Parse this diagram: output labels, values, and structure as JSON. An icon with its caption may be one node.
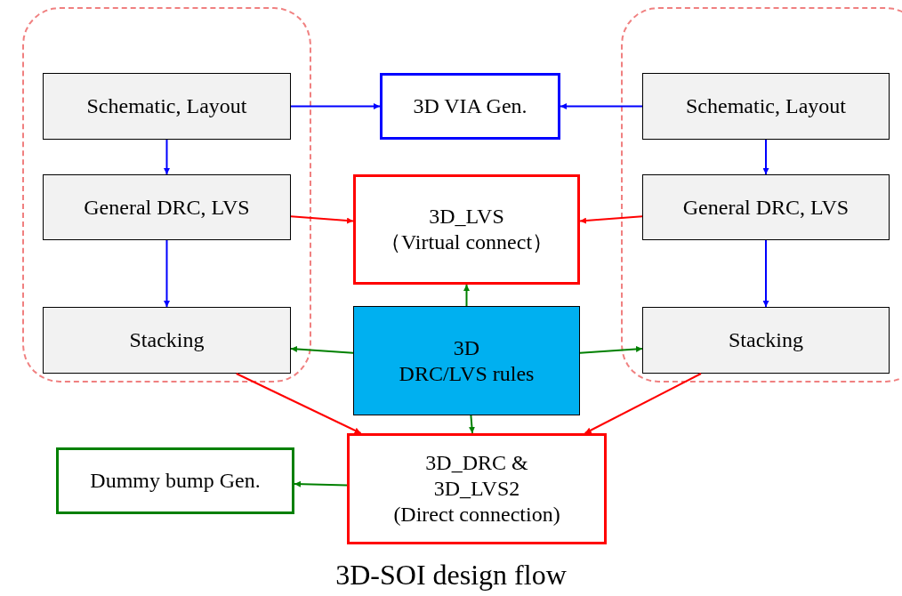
{
  "diagram": {
    "caption": "3D-SOI design flow",
    "nodes": [
      {
        "text": [],
        "shape": "box"
      },
      {
        "text": [
          "Schematic, Layout"
        ],
        "in": 0
      },
      {
        "text": [
          "General DRC, LVS"
        ],
        "in": 0
      },
      {
        "text": [
          "Stacking"
        ],
        "in": 0
      },
      {
        "text": [
          "3D VIA Gen."
        ]
      },
      {
        "text": [
          "3D_LVS",
          "（Virtual connect）"
        ]
      },
      {
        "text": [
          "3D",
          "DRC/LVS rules"
        ]
      },
      {
        "text": [],
        "shape": "box"
      },
      {
        "text": [
          "Schematic, Layout"
        ],
        "in": 7
      },
      {
        "text": [
          "General DRC, LVS"
        ],
        "in": 7
      },
      {
        "text": [
          "Stacking"
        ],
        "in": 7
      },
      {
        "text": [
          "3D_DRC & 3D_LVS2",
          "(Direct connection)"
        ]
      },
      {
        "text": [
          "Dummy bump Gen."
        ]
      }
    ],
    "edges": [
      {
        "from": 1,
        "to": 4,
        "arrow": "to"
      },
      {
        "from": 8,
        "to": 4,
        "arrow": "to"
      },
      {
        "from": 1,
        "to": 2,
        "arrow": "to"
      },
      {
        "from": 2,
        "to": 3,
        "arrow": "to"
      },
      {
        "from": 8,
        "to": 9,
        "arrow": "to"
      },
      {
        "from": 9,
        "to": 10,
        "arrow": "to"
      },
      {
        "from": 2,
        "to": 5,
        "arrow": "to",
        "color": "#ff0000"
      },
      {
        "from": 9,
        "to": 5,
        "arrow": "to",
        "color": "#ff0000"
      },
      {
        "from": 6,
        "to": 5,
        "arrow": "to",
        "color": "#008000"
      },
      {
        "from": 6,
        "to": 3,
        "arrow": "to",
        "color": "#008000"
      },
      {
        "from": 6,
        "to": 10,
        "arrow": "to",
        "color": "#008000"
      },
      {
        "from": 6,
        "to": 11,
        "arrow": "to",
        "color": "#008000"
      },
      {
        "from": 3,
        "to": 11,
        "arrow": "to",
        "color": "#ff0000"
      },
      {
        "from": 10,
        "to": 11,
        "arrow": "to",
        "color": "#ff0000"
      },
      {
        "from": 11,
        "to": 12,
        "arrow": "to",
        "color": "#008000"
      }
    ]
  }
}
